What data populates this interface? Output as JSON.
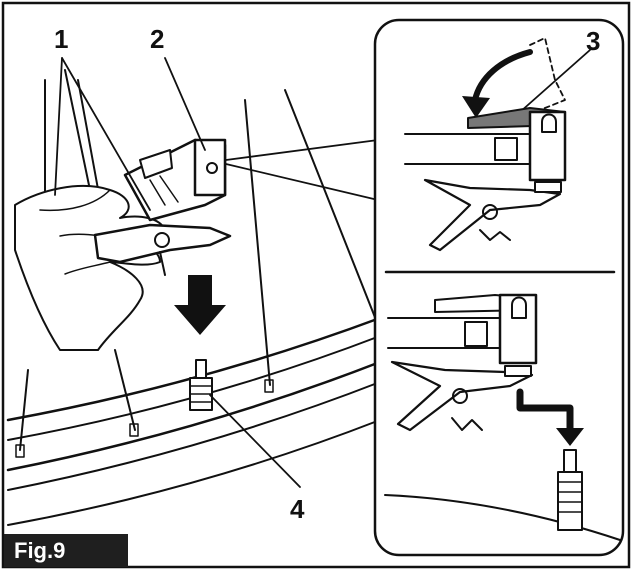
{
  "figure": {
    "label": "Fig.9",
    "callouts": [
      "1",
      "2",
      "3",
      "4"
    ]
  },
  "colors": {
    "line": "#111111",
    "shade": "#888888",
    "tab_background": "#1f1f1f",
    "tab_text": "#ffffff"
  }
}
